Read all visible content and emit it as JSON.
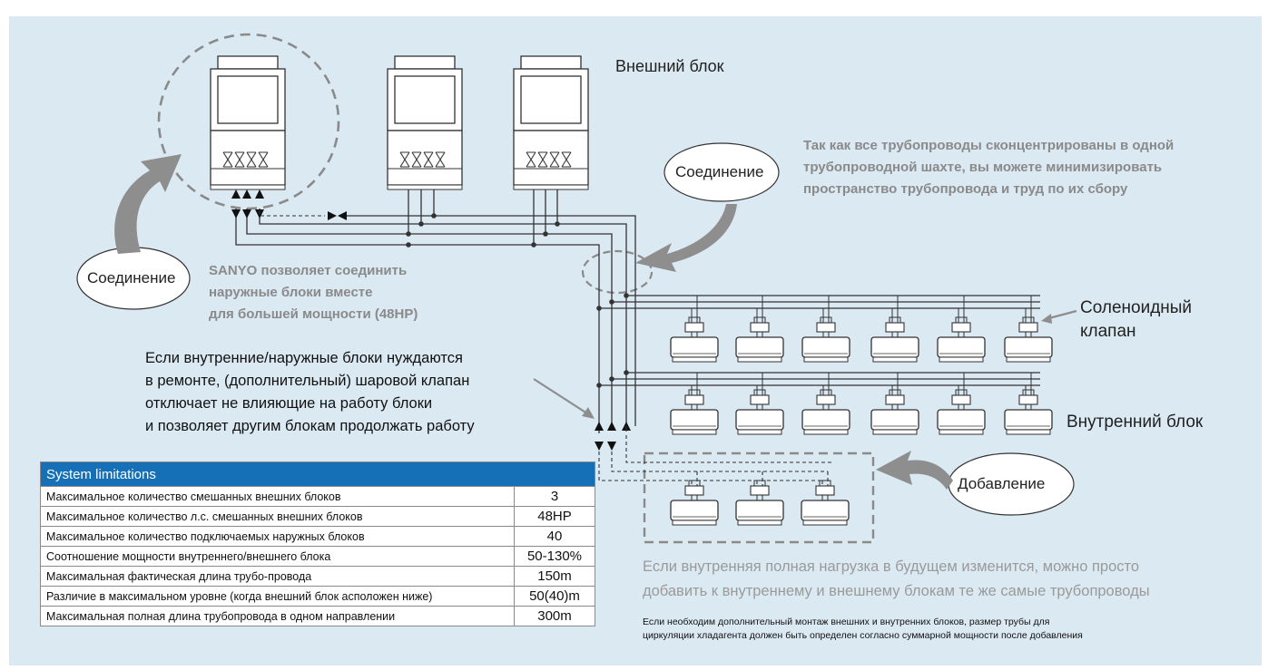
{
  "labels": {
    "outdoor_unit": "Внешний блок",
    "connection_top": "Соединение",
    "connection_left": "Соединение",
    "solenoid_line1": "Соленоидный",
    "solenoid_line2": "клапан",
    "indoor_unit": "Внутренний блок",
    "addition": "Добавление"
  },
  "notes": {
    "shaft": [
      "Так как все трубопроводы сконцентрированы в одной",
      "трубопроводной шахте, вы можете минимизировать",
      "пространство трубопровода и труд по их сбору"
    ],
    "sanyo": [
      "SANYO позволяет соединить",
      "наружные блоки вместе",
      "для большей мощности (48HP)"
    ],
    "repair": [
      "Если внутренние/наружные блоки нуждаются",
      "в ремонте, (дополнительный) шаровой клапан",
      "отключает не влияющие на работу блоки",
      "и позволяет другим блокам продолжать работу"
    ],
    "future": [
      "Если внутренняя полная нагрузка в будущем изменится, можно просто",
      "добавить к внутреннему и внешнему блокам те же самые трубопроводы"
    ],
    "pipe_size": [
      "Если необходим дополнительный монтаж внешних и внутренних блоков, размер трубы для",
      "циркуляции хладагента должен быть определен согласно суммарной мощности после добавления"
    ]
  },
  "table": {
    "title": "System limitations",
    "rows": [
      {
        "label": "Максимальное количество смешанных внешних блоков",
        "value": "3"
      },
      {
        "label": "Максимальное количество л.с. смешанных внешних блоков",
        "value": "48HP"
      },
      {
        "label": "Максимальное количество подключаемых наружных блоков",
        "value": "40"
      },
      {
        "label": "Соотношение мощности внутреннего/внешнего блока",
        "value": "50-130%"
      },
      {
        "label": "Максимальная фактическая длина трубо-провода",
        "value": "150m"
      },
      {
        "label": "Различие в максимальном уровне (когда внешний блок асположен ниже)",
        "value": "50(40)m"
      },
      {
        "label": "Максимальная полная длина трубопровода в одном направлении",
        "value": "300m"
      }
    ]
  },
  "colors": {
    "panel": "#dbe9f3",
    "table_header": "#1570b7",
    "note_grey": "#8a8a8a",
    "line": "#333333",
    "arrow_grey": "#8e8e8e"
  }
}
